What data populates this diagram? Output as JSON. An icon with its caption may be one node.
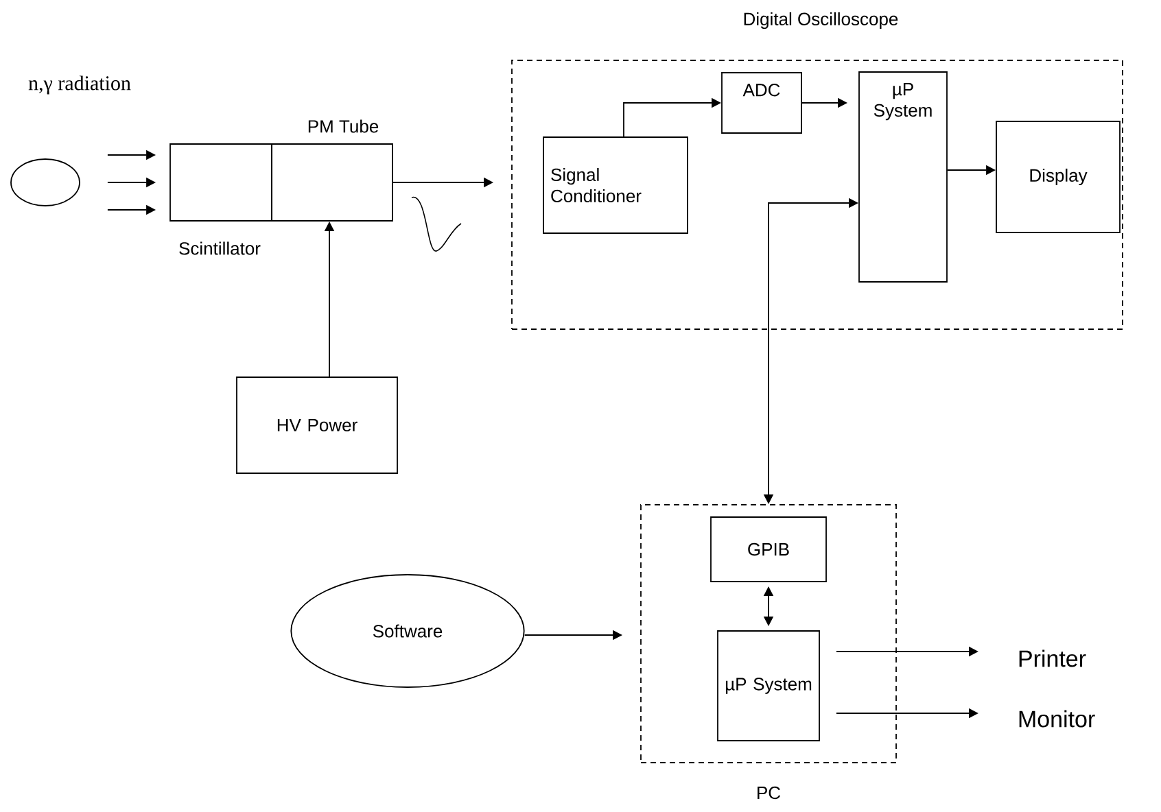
{
  "diagram": {
    "nodes": [
      {
        "text": [],
        "shape": "circle",
        "beside": [
          "n,γ radiation"
        ]
      },
      {
        "text": [
          "Scintillator"
        ]
      },
      {
        "text": [
          "PM Tube"
        ]
      },
      {
        "text": [
          "Digital Oscilloscope"
        ]
      },
      {
        "text": [
          "Signal Conditioner"
        ],
        "in": 3
      },
      {
        "text": [
          "ADC"
        ],
        "in": 3
      },
      {
        "text": [
          "µP System"
        ],
        "in": 3
      },
      {
        "text": [
          "Display"
        ],
        "in": 3
      },
      {
        "text": [
          "HV Power"
        ]
      },
      {
        "text": [
          "PC"
        ]
      },
      {
        "text": [
          "GPIB"
        ],
        "in": 9
      },
      {
        "text": [
          "µP System"
        ],
        "in": 9
      },
      {
        "text": [
          "Software"
        ]
      },
      {
        "text": [
          "Printer"
        ]
      },
      {
        "text": [
          "Monitor"
        ]
      }
    ],
    "edges": [
      {
        "from": 0,
        "to": 1,
        "arrow": "to"
      },
      {
        "from": 0,
        "to": 1,
        "arrow": "to"
      },
      {
        "from": 0,
        "to": 1,
        "arrow": "to"
      },
      {
        "from": 2,
        "to": 3,
        "arrow": "to"
      },
      {
        "from": 8,
        "to": 2,
        "arrow": "to"
      },
      {
        "from": 4,
        "to": 5,
        "arrow": "to"
      },
      {
        "from": 5,
        "to": 6,
        "arrow": "to"
      },
      {
        "from": 6,
        "to": 7,
        "arrow": "to"
      },
      {
        "from": 6,
        "to": 9,
        "arrow": "both"
      },
      {
        "from": 10,
        "to": 11,
        "arrow": "both"
      },
      {
        "from": 12,
        "to": 9,
        "arrow": "to"
      },
      {
        "from": 11,
        "to": 13,
        "arrow": "to"
      },
      {
        "from": 11,
        "to": 14,
        "arrow": "to"
      }
    ]
  }
}
